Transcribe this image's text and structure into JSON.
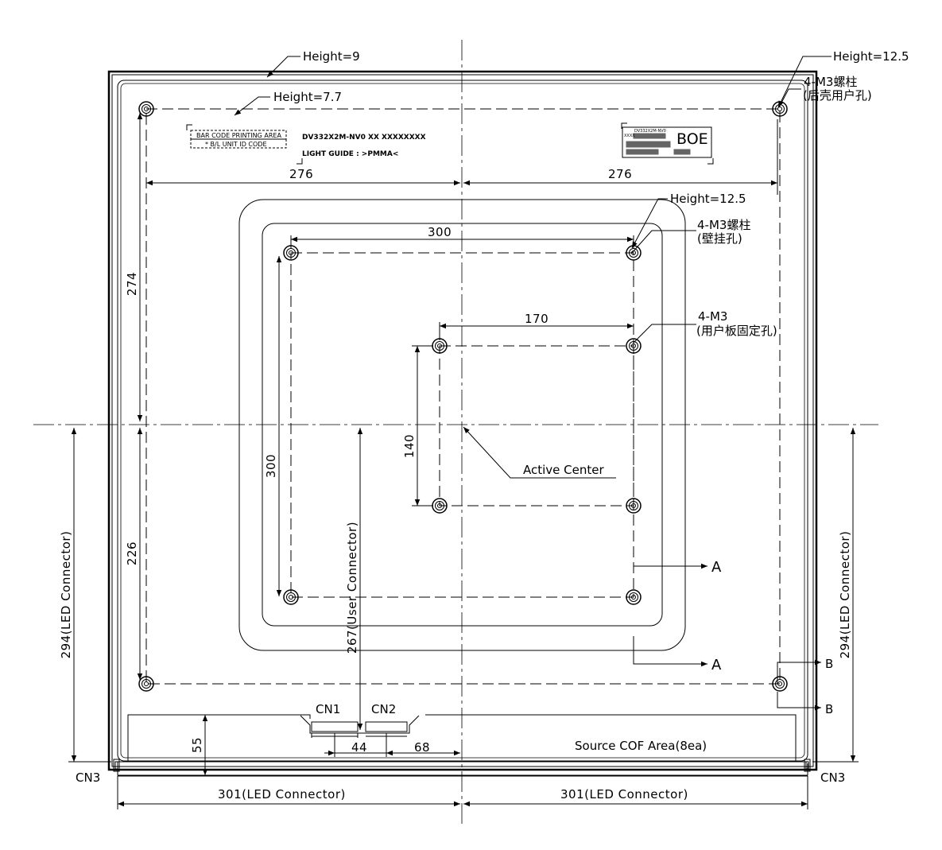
{
  "heights": {
    "outer_frame": "Height=9",
    "top_right_standoff": "Height=12.5",
    "inner_panel": "Height=7.7",
    "wall_mount_standoff": "Height=12.5"
  },
  "callouts": {
    "rear_shell_screw": "4-M3螺柱",
    "rear_shell_note": "(后壳用户孔)",
    "wall_mount_screw": "4-M3螺柱",
    "wall_mount_note": "(壁挂孔)",
    "user_board_screw": "4-M3",
    "user_board_note": "(用户板固定孔)",
    "active_center": "Active Center"
  },
  "dimensions": {
    "top_left_half": "276",
    "top_right_half": "276",
    "left_upper": "274",
    "left_lower": "226",
    "wall_mount_width": "300",
    "wall_mount_height": "300",
    "user_board_width": "170",
    "user_board_height": "140",
    "user_connector": "267(User Connector)",
    "led_connector_left_vertical": "294(LED Connector)",
    "led_connector_right_vertical": "294(LED Connector)",
    "bottom_left": "301(LED Connector)",
    "bottom_right": "301(LED Connector)",
    "cof_height": "55",
    "cn_pitch": "44",
    "cn_offset": "68"
  },
  "connectors": {
    "cn1": "CN1",
    "cn2": "CN2",
    "cn3_left": "CN3",
    "cn3_right": "CN3"
  },
  "sections": {
    "a_top": "A",
    "a_bottom": "A",
    "b_top": "B",
    "b_bottom": "B"
  },
  "labels": {
    "source_cof": "Source COF Area(8ea)",
    "barcode_area": "BAR CODE PRINTING AREA",
    "unit_id": "* B/L UNIT ID CODE",
    "model_line": "DV332X2M-NV0 XX XXXXXXXX",
    "light_guide": "LIGHT GUIDE : >PMMA<",
    "brand": "BOE",
    "label_model_small": "DV332X2M-NV0",
    "label_code_small": "XXXX"
  }
}
